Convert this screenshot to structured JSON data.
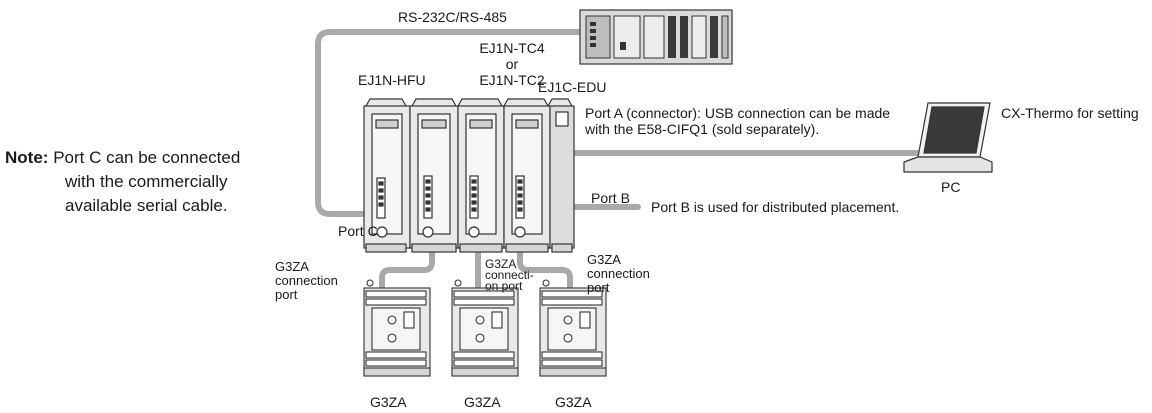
{
  "labels": {
    "serial": "RS-232C/RS-485",
    "tc4_line": "EJ1N-TC4",
    "or_line": "or",
    "tc2_line": "EJ1N-TC2",
    "hfu": "EJ1N-HFU",
    "edu": "EJ1C-EDU",
    "port_a_line1": "Port A (connector): USB connection can be made",
    "port_a_line2": "with the E58-CIFQ1 (sold separately).",
    "cx_thermo": "CX-Thermo for setting",
    "pc": "PC",
    "port_b": "Port B",
    "port_b_desc": "Port B is used for distributed placement.",
    "port_c": "Port C",
    "note_prefix": "Note:",
    "note_line1": "Port C can be connected",
    "note_line2": "with the commercially",
    "note_line3": "available serial cable.",
    "g3za_port_left": [
      "G3ZA",
      "connection",
      "port"
    ],
    "g3za_port_mid": [
      "G3ZA",
      "connecti-",
      "on port"
    ],
    "g3za_port_right": [
      "G3ZA",
      "connection",
      "port"
    ],
    "g3za_units": [
      "G3ZA",
      "G3ZA",
      "G3ZA"
    ]
  },
  "colors": {
    "cable": "#a9a9a9",
    "module_body": "#e6e6e6",
    "module_edge": "#333333",
    "device_dark": "#2b2b2b"
  }
}
